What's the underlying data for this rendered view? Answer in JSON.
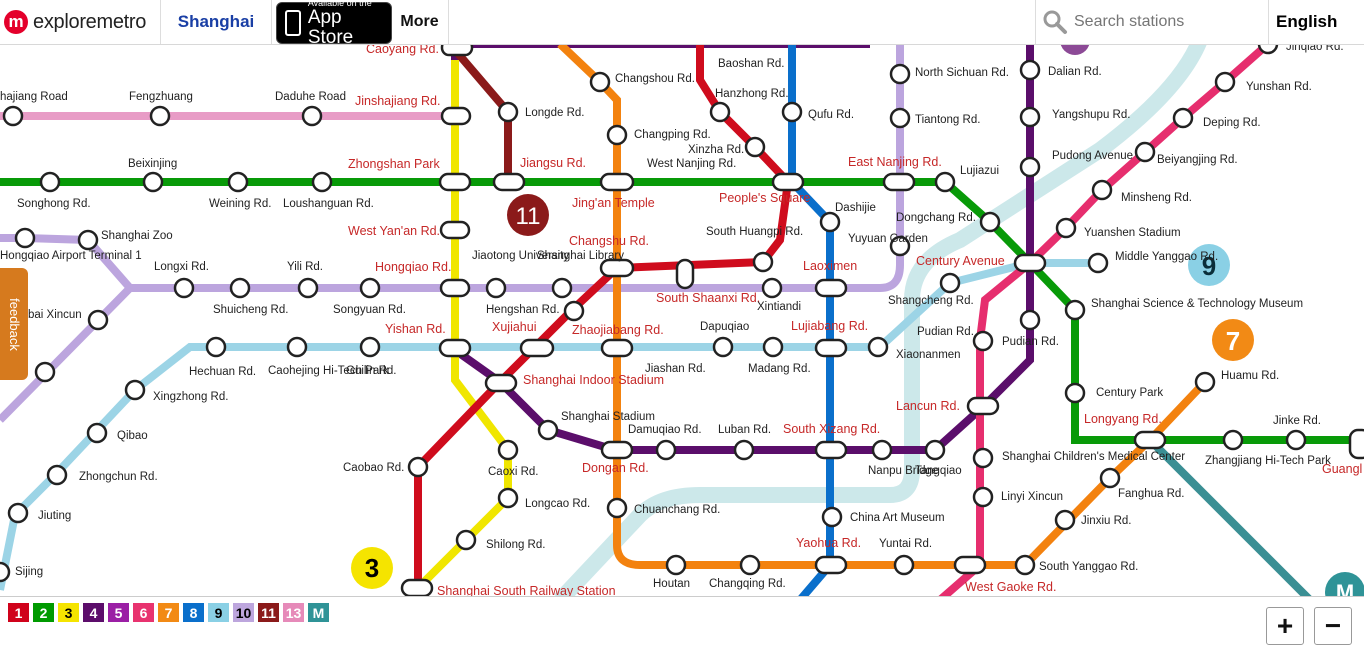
{
  "topbar": {
    "brand": "exploremetro",
    "city": "Shanghai",
    "app_store_line1": "Available on the",
    "app_store_line2": "App Store",
    "more": "More",
    "search_placeholder": "Search stations",
    "language": "English"
  },
  "feedback": "feedback",
  "zoom": {
    "in": "+",
    "out": "−"
  },
  "line_colors": {
    "1": "#d0021b",
    "2": "#009a00",
    "3": "#f5e400",
    "4": "#5c0d6b",
    "5": "#9b1fa5",
    "6": "#e8336f",
    "7": "#f28a15",
    "8": "#0a6fcb",
    "9": "#8ad0e5",
    "10": "#bda6dd",
    "11": "#8b1a1a",
    "13": "#e68ab9",
    "M": "#2f9397",
    "maglev": "#3a8f94"
  },
  "legend": [
    {
      "label": "1",
      "color": "#d0021b",
      "text": "#fff"
    },
    {
      "label": "2",
      "color": "#009a00",
      "text": "#fff"
    },
    {
      "label": "3",
      "color": "#f5e400",
      "text": "#000"
    },
    {
      "label": "4",
      "color": "#5c0d6b",
      "text": "#fff"
    },
    {
      "label": "5",
      "color": "#9b1fa5",
      "text": "#fff"
    },
    {
      "label": "6",
      "color": "#e8336f",
      "text": "#fff"
    },
    {
      "label": "7",
      "color": "#f28a15",
      "text": "#fff"
    },
    {
      "label": "8",
      "color": "#0a6fcb",
      "text": "#fff"
    },
    {
      "label": "9",
      "color": "#8ad0e5",
      "text": "#000"
    },
    {
      "label": "10",
      "color": "#bda6dd",
      "text": "#000"
    },
    {
      "label": "11",
      "color": "#8b1a1a",
      "text": "#fff"
    },
    {
      "label": "13",
      "color": "#e68ab9",
      "text": "#fff"
    },
    {
      "label": "M",
      "color": "#2f9397",
      "text": "#fff"
    }
  ],
  "line_badges": [
    {
      "label": "3",
      "color": "#f5e400",
      "text": "#000"
    },
    {
      "label": "11",
      "color": "#8b1a1a",
      "text": "#fff"
    },
    {
      "label": "9",
      "color": "#8ad0e5",
      "text": "#000"
    },
    {
      "label": "7",
      "color": "#f28a15",
      "text": "#fff"
    },
    {
      "label": "M",
      "color": "#2f9397",
      "text": "#fff"
    }
  ],
  "interchanges": [
    "Caoyang Rd.",
    "Jinshajiang Rd.",
    "Zhongshan Park",
    "Jiangsu Rd.",
    "West Yan'an Rd.",
    "Jing'an Temple",
    "People's Square",
    "Changshu Rd.",
    "East Nanjing Rd.",
    "Hongqiao Rd.",
    "South Shaanxi Rd.",
    "Laoximen",
    "Century Avenue",
    "Yishan Rd.",
    "Xujiahui",
    "Zhaojiabang Rd.",
    "Lujiabang Rd.",
    "Shanghai Indoor Stadium",
    "Lancun Rd.",
    "South Xizang Rd.",
    "Longyang Rd.",
    "Dongan Rd.",
    "Yaohua Rd.",
    "West Gaoke Rd.",
    "Shanghai South Railway Station",
    "Guangl"
  ],
  "stations": [
    "Baoshan Rd.",
    "North Sichuan Rd.",
    "Dalian Rd.",
    "Jinqiao Rd.",
    "Changshou Rd.",
    "Qufu Rd.",
    "Hanzhong Rd.",
    "Yunshan Rd.",
    "Tiantong Rd.",
    "Yangshupu Rd.",
    "Deping Rd.",
    "hajiang Road",
    "Fengzhuang",
    "Daduhe Road",
    "Longde Rd.",
    "Changping Rd.",
    "Xinzha Rd.",
    "Pudong Avenue",
    "Beiyangjing Rd.",
    "West Nanjing Rd.",
    "Lujiazui",
    "Minsheng Rd.",
    "Beixinjing",
    "Songhong Rd.",
    "Weining Rd.",
    "Loushanguan Rd.",
    "Dashijie",
    "Dongchang Rd.",
    "Yuanshen Stadium",
    "South Huangpi Rd.",
    "Yuyuan Garden",
    "Middle Yanggao Rd.",
    "Shanghai Zoo",
    "Hongqiao Airport Terminal 1",
    "Longxi Rd.",
    "Yili Rd.",
    "Jiaotong University",
    "Shanghai Library",
    "Shuicheng Rd.",
    "Songyuan Rd.",
    "Hengshan Rd.",
    "Xintiandi",
    "Shangcheng Rd.",
    "Shanghai Science & Technology Museum",
    "bai Xincun",
    "Pudian Rd.",
    "Pudian Rd.",
    "Hechuan Rd.",
    "Caohejing Hi-Tech Park",
    "Guilin Rd.",
    "Dapuqiao",
    "Jiashan Rd.",
    "Madang Rd.",
    "Xiaonanmen",
    "Xingzhong Rd.",
    "Huamu Rd.",
    "Century Park",
    "Shanghai Stadium",
    "Qibao",
    "Damuqiao Rd.",
    "Luban Rd.",
    "Nanpu Bridge",
    "Tangqiao",
    "Shanghai Children's Medical Center",
    "Jinke Rd.",
    "Zhangjiang Hi-Tech Park",
    "Caobao Rd.",
    "Caoxi Rd.",
    "Zhongchun Rd.",
    "Fanghua Rd.",
    "Longcao Rd.",
    "Linyi Xincun",
    "Jiuting",
    "Chuanchang Rd.",
    "China Art Museum",
    "Jinxiu Rd.",
    "Shilong Rd.",
    "Yuntai Rd.",
    "Sijing",
    "Houtan",
    "Changqing Rd.",
    "South Yanggao Rd."
  ]
}
